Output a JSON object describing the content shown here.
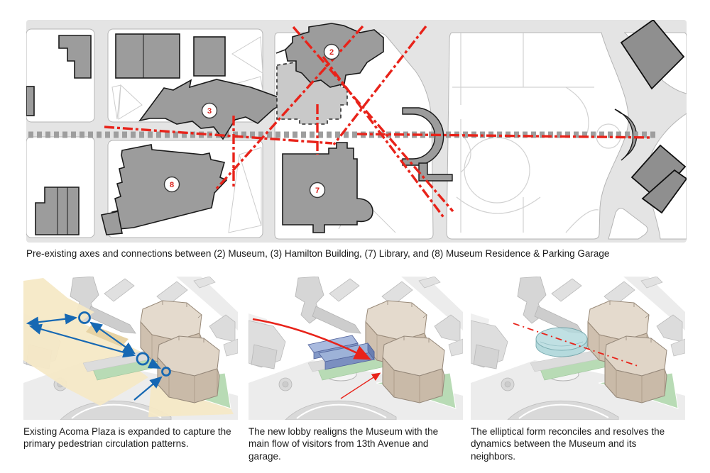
{
  "map": {
    "caption": "Pre-existing axes and connections between (2) Museum, (3) Hamilton Building, (7) Library, and (8) Museum Residence & Parking Garage",
    "badges": [
      {
        "number": "2",
        "label": "Museum"
      },
      {
        "number": "3",
        "label": "Hamilton Building"
      },
      {
        "number": "7",
        "label": "Library"
      },
      {
        "number": "8",
        "label": "Museum Residence & Parking Garage"
      }
    ]
  },
  "figures": [
    {
      "caption": "Existing Acoma Plaza is expanded to capture the primary pedestrian circulation patterns."
    },
    {
      "caption": "The new lobby realigns the Museum with the main flow of visitors from 13th Avenue and garage."
    },
    {
      "caption": "The elliptical form reconciles and resolves the dynamics between the Museum and its neighbors."
    }
  ],
  "palette": {
    "axis_red": "#e8231a",
    "transit_band_gray": "#9e9e9e",
    "building_gray": "#9c9c9c",
    "street_gray": "#e4e4e4",
    "plaza_yellow": "#f6e9c7",
    "lawn_green": "#b8dbb5",
    "circulation_blue": "#1668b3",
    "lobby_blue": "#9db2d8",
    "ellipse_teal": "#a5d2d6",
    "museum_tan": "#cfc0af"
  }
}
